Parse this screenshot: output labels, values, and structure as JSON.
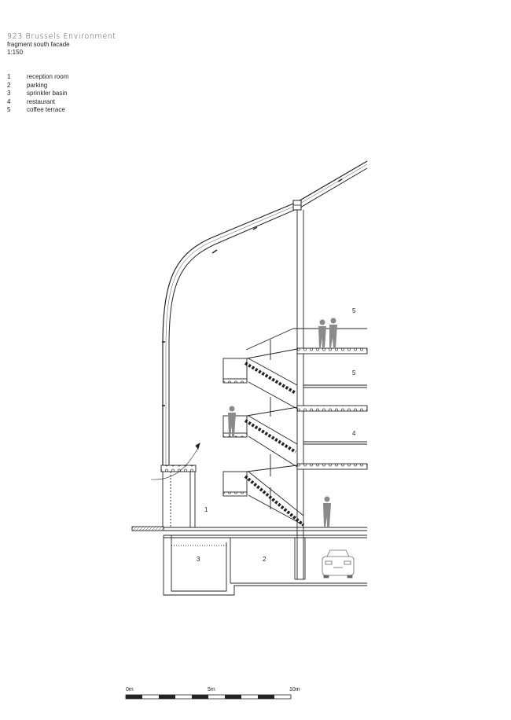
{
  "header": {
    "title": "923 Brussels Environment",
    "subtitle": "fragment south facade",
    "scale": "1:150"
  },
  "legend": [
    {
      "num": "1",
      "label": "reception room"
    },
    {
      "num": "2",
      "label": "parking"
    },
    {
      "num": "3",
      "label": "sprinkler basin"
    },
    {
      "num": "4",
      "label": "restaurant"
    },
    {
      "num": "5",
      "label": "coffee terrace"
    }
  ],
  "section_labels": {
    "reception": "1",
    "parking": "2",
    "sprinkler": "3",
    "restaurant": "4",
    "terrace_mid": "5",
    "terrace_top": "5"
  },
  "scalebar": {
    "start": "0m",
    "mid": "5m",
    "end": "10m"
  }
}
